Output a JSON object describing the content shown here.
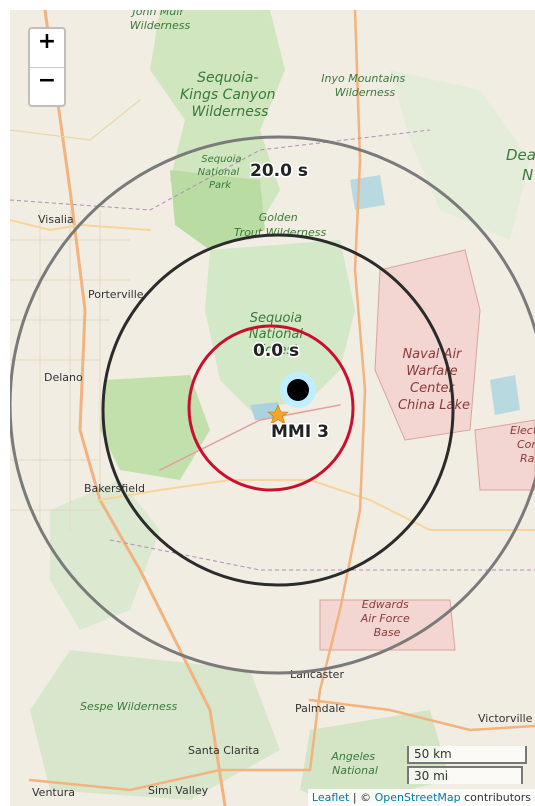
{
  "map": {
    "controls": {
      "zoom_in": "+",
      "zoom_out": "−"
    },
    "region_labels": {
      "john_muir": [
        "John Muir",
        "Wilderness"
      ],
      "sequoia_kings": [
        "Sequoia-",
        "Kings Canyon",
        "Wilderness"
      ],
      "inyo": [
        "Inyo Mountains",
        "Wilderness"
      ],
      "sequoia_np": [
        "Sequoia",
        "National",
        "Park"
      ],
      "golden_trout": [
        "Golden",
        "Trout Wilderness"
      ],
      "sequoia_nf": [
        "Sequoia",
        "National",
        "Forest"
      ],
      "death_valley": [
        "Dea",
        "N"
      ],
      "naval_air": [
        "Naval Air",
        "Warfare",
        "Center",
        "China Lake"
      ],
      "edwards": [
        "Edwards",
        "Air Force",
        "Base"
      ],
      "electric": [
        "Elect",
        "Con",
        "Ra"
      ],
      "sespe": "Sespe Wilderness",
      "angeles": [
        "Angeles",
        "National"
      ]
    },
    "cities": {
      "visalia": "Visalia",
      "porterville": "Porterville",
      "delano": "Delano",
      "bakersfield": "Bakersfield",
      "lancaster": "Lancaster",
      "palmdale": "Palmdale",
      "victorville": "Victorville",
      "santa_clarita": "Santa Clarita",
      "ventura": "Ventura",
      "simi_valley": "Simi Valley"
    },
    "overlay_labels": {
      "outer_ring": "20.0 s",
      "middle_ring": "0.0 s",
      "intensity": "MMI 3"
    },
    "colors": {
      "outer_ring": "#7a7a7a",
      "middle_ring": "#2b2b2b",
      "inner_ring": "#c8102e",
      "epicenter_halo": "#bfefff",
      "epicenter": "#000000",
      "station_star": "#f5a623"
    },
    "scale": {
      "km": "50 km",
      "mi": "30 mi"
    },
    "attribution": {
      "leaflet": "Leaflet",
      "sep": " | © ",
      "osm": "OpenStreetMap",
      "tail": " contributors"
    }
  }
}
